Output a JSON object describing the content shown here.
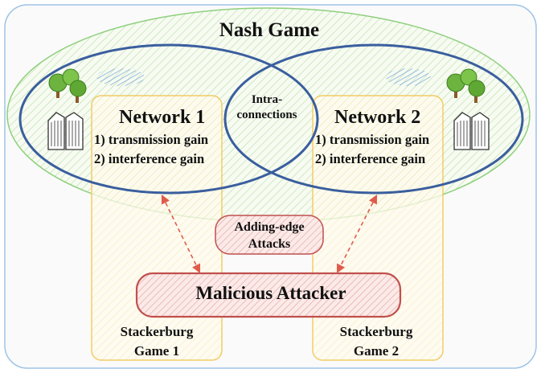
{
  "nash_game": {
    "title": "Nash Game"
  },
  "network1": {
    "title": "Network 1",
    "gain1": "1) transmission gain",
    "gain2": "2) interference gain"
  },
  "network2": {
    "title": "Network 2",
    "gain1": "1) transmission gain",
    "gain2": "2) interference gain"
  },
  "intra": {
    "line1": "Intra-",
    "line2": "connections"
  },
  "adding_edge": {
    "line1": "Adding-edge",
    "line2": "Attacks"
  },
  "attacker": {
    "label": "Malicious Attacker"
  },
  "stackelberg1": {
    "line1": "Stackerburg",
    "line2": "Game 1"
  },
  "stackelberg2": {
    "line1": "Stackerburg",
    "line2": "Game 2"
  },
  "colors": {
    "frame": "#9ec3e6",
    "nash_ellipse": "#8fd07e",
    "network_ellipse": "#3a5e9e",
    "stackelberg_box": "#f2cc66",
    "attacker": "#c0504d",
    "arrow": "#e05b4b"
  },
  "icons": [
    "tree-icon",
    "building-icon",
    "cloud-hatch-icon"
  ]
}
